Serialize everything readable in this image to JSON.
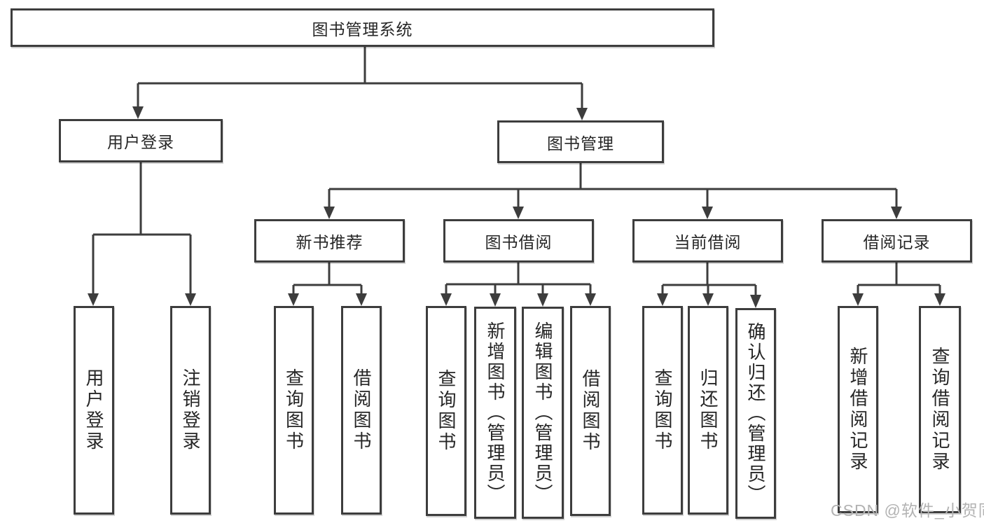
{
  "diagram": {
    "title_node": "图书管理系统",
    "root": {
      "label": "图书管理系统"
    },
    "branches": [
      {
        "label": "用户登录",
        "children": [
          {
            "label": "用户登录"
          },
          {
            "label": "注销登录"
          }
        ]
      },
      {
        "label": "图书管理",
        "children": [
          {
            "label": "新书推荐",
            "children": [
              {
                "label": "查询图书"
              },
              {
                "label": "借阅图书"
              }
            ]
          },
          {
            "label": "图书借阅",
            "children": [
              {
                "label": "查询图书"
              },
              {
                "label": "新增图书（管理员）"
              },
              {
                "label": "编辑图书（管理员）"
              },
              {
                "label": "借阅图书"
              }
            ]
          },
          {
            "label": "当前借阅",
            "children": [
              {
                "label": "查询图书"
              },
              {
                "label": "归还图书"
              },
              {
                "label": "确认归还（管理员）"
              }
            ]
          },
          {
            "label": "借阅记录",
            "children": [
              {
                "label": "新增借阅记录"
              },
              {
                "label": "查询借阅记录"
              }
            ]
          }
        ]
      }
    ]
  },
  "watermark": {
    "text": "CSDN @软件_小贺同学"
  },
  "colors": {
    "line": "#3d3d3d",
    "text": "#262626",
    "watermark": "#b3b3b3",
    "background": "#ffffff",
    "box_bg": "#ffffff"
  }
}
